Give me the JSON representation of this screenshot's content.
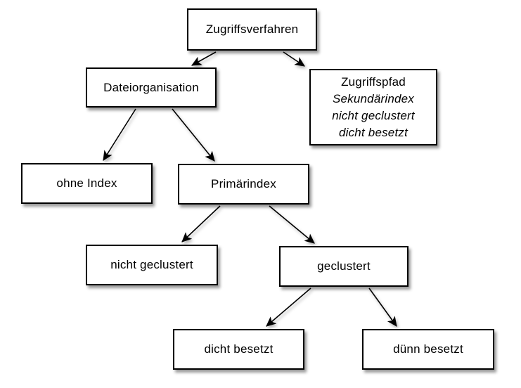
{
  "diagram": {
    "nodes": {
      "zugriffsverfahren": {
        "label": "Zugriffsverfahren"
      },
      "dateiorganisation": {
        "label": "Dateiorganisation"
      },
      "zugriffspfad": {
        "lines": [
          "Zugriffspfad",
          "Sekundärindex",
          "nicht geclustert",
          "dicht besetzt"
        ]
      },
      "ohne_index": {
        "label": "ohne Index"
      },
      "primaerindex": {
        "label": "Primärindex"
      },
      "nicht_geclustert": {
        "label": "nicht geclustert"
      },
      "geclustert": {
        "label": "geclustert"
      },
      "dicht_besetzt": {
        "label": "dicht besetzt"
      },
      "duenn_besetzt": {
        "label": "dünn besetzt"
      }
    },
    "edges": [
      {
        "from": "Zugriffsverfahren",
        "to": "Dateiorganisation"
      },
      {
        "from": "Zugriffsverfahren",
        "to": "Zugriffspfad"
      },
      {
        "from": "Dateiorganisation",
        "to": "ohne Index"
      },
      {
        "from": "Dateiorganisation",
        "to": "Primärindex"
      },
      {
        "from": "Primärindex",
        "to": "nicht geclustert"
      },
      {
        "from": "Primärindex",
        "to": "geclustert"
      },
      {
        "from": "geclustert",
        "to": "dicht besetzt"
      },
      {
        "from": "geclustert",
        "to": "dünn besetzt"
      }
    ],
    "colors": {
      "background": "#ffffff",
      "box_fill": "#ffffff",
      "box_border": "#000000",
      "arrow": "#000000",
      "text": "#000000"
    }
  }
}
